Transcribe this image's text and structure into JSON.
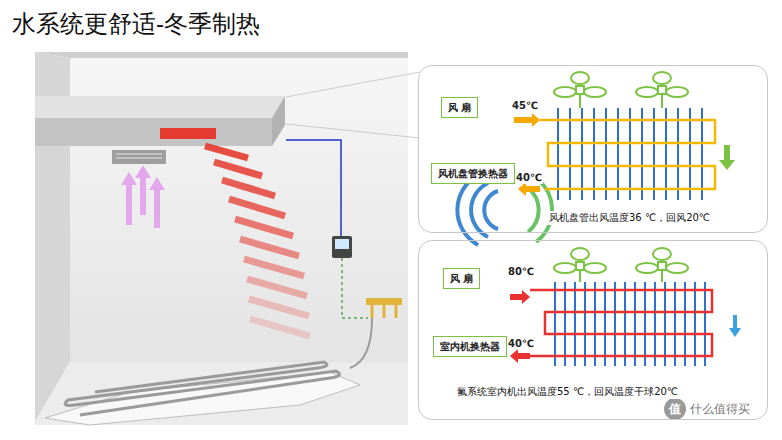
{
  "diagram": {
    "title": "水系统更舒适-冬季制热",
    "nodes": [
      {
        "text": [
          "风机盘管出风温度36 ℃，回风20℃"
        ]
      },
      {
        "text": [
          "风 扇"
        ],
        "in": 0
      },
      {
        "text": [
          "风机盘管换热器"
        ],
        "in": 0
      },
      {
        "text": [
          "氟系统室内机出风温度55 ℃，回风温度干球20℃"
        ]
      },
      {
        "text": [
          "风 扇"
        ],
        "in": 3
      },
      {
        "text": [
          "室内机换热器"
        ],
        "in": 3
      }
    ],
    "labels": [
      "45℃",
      "40℃",
      "80℃",
      "40℃",
      "值",
      "什么值得买"
    ]
  }
}
